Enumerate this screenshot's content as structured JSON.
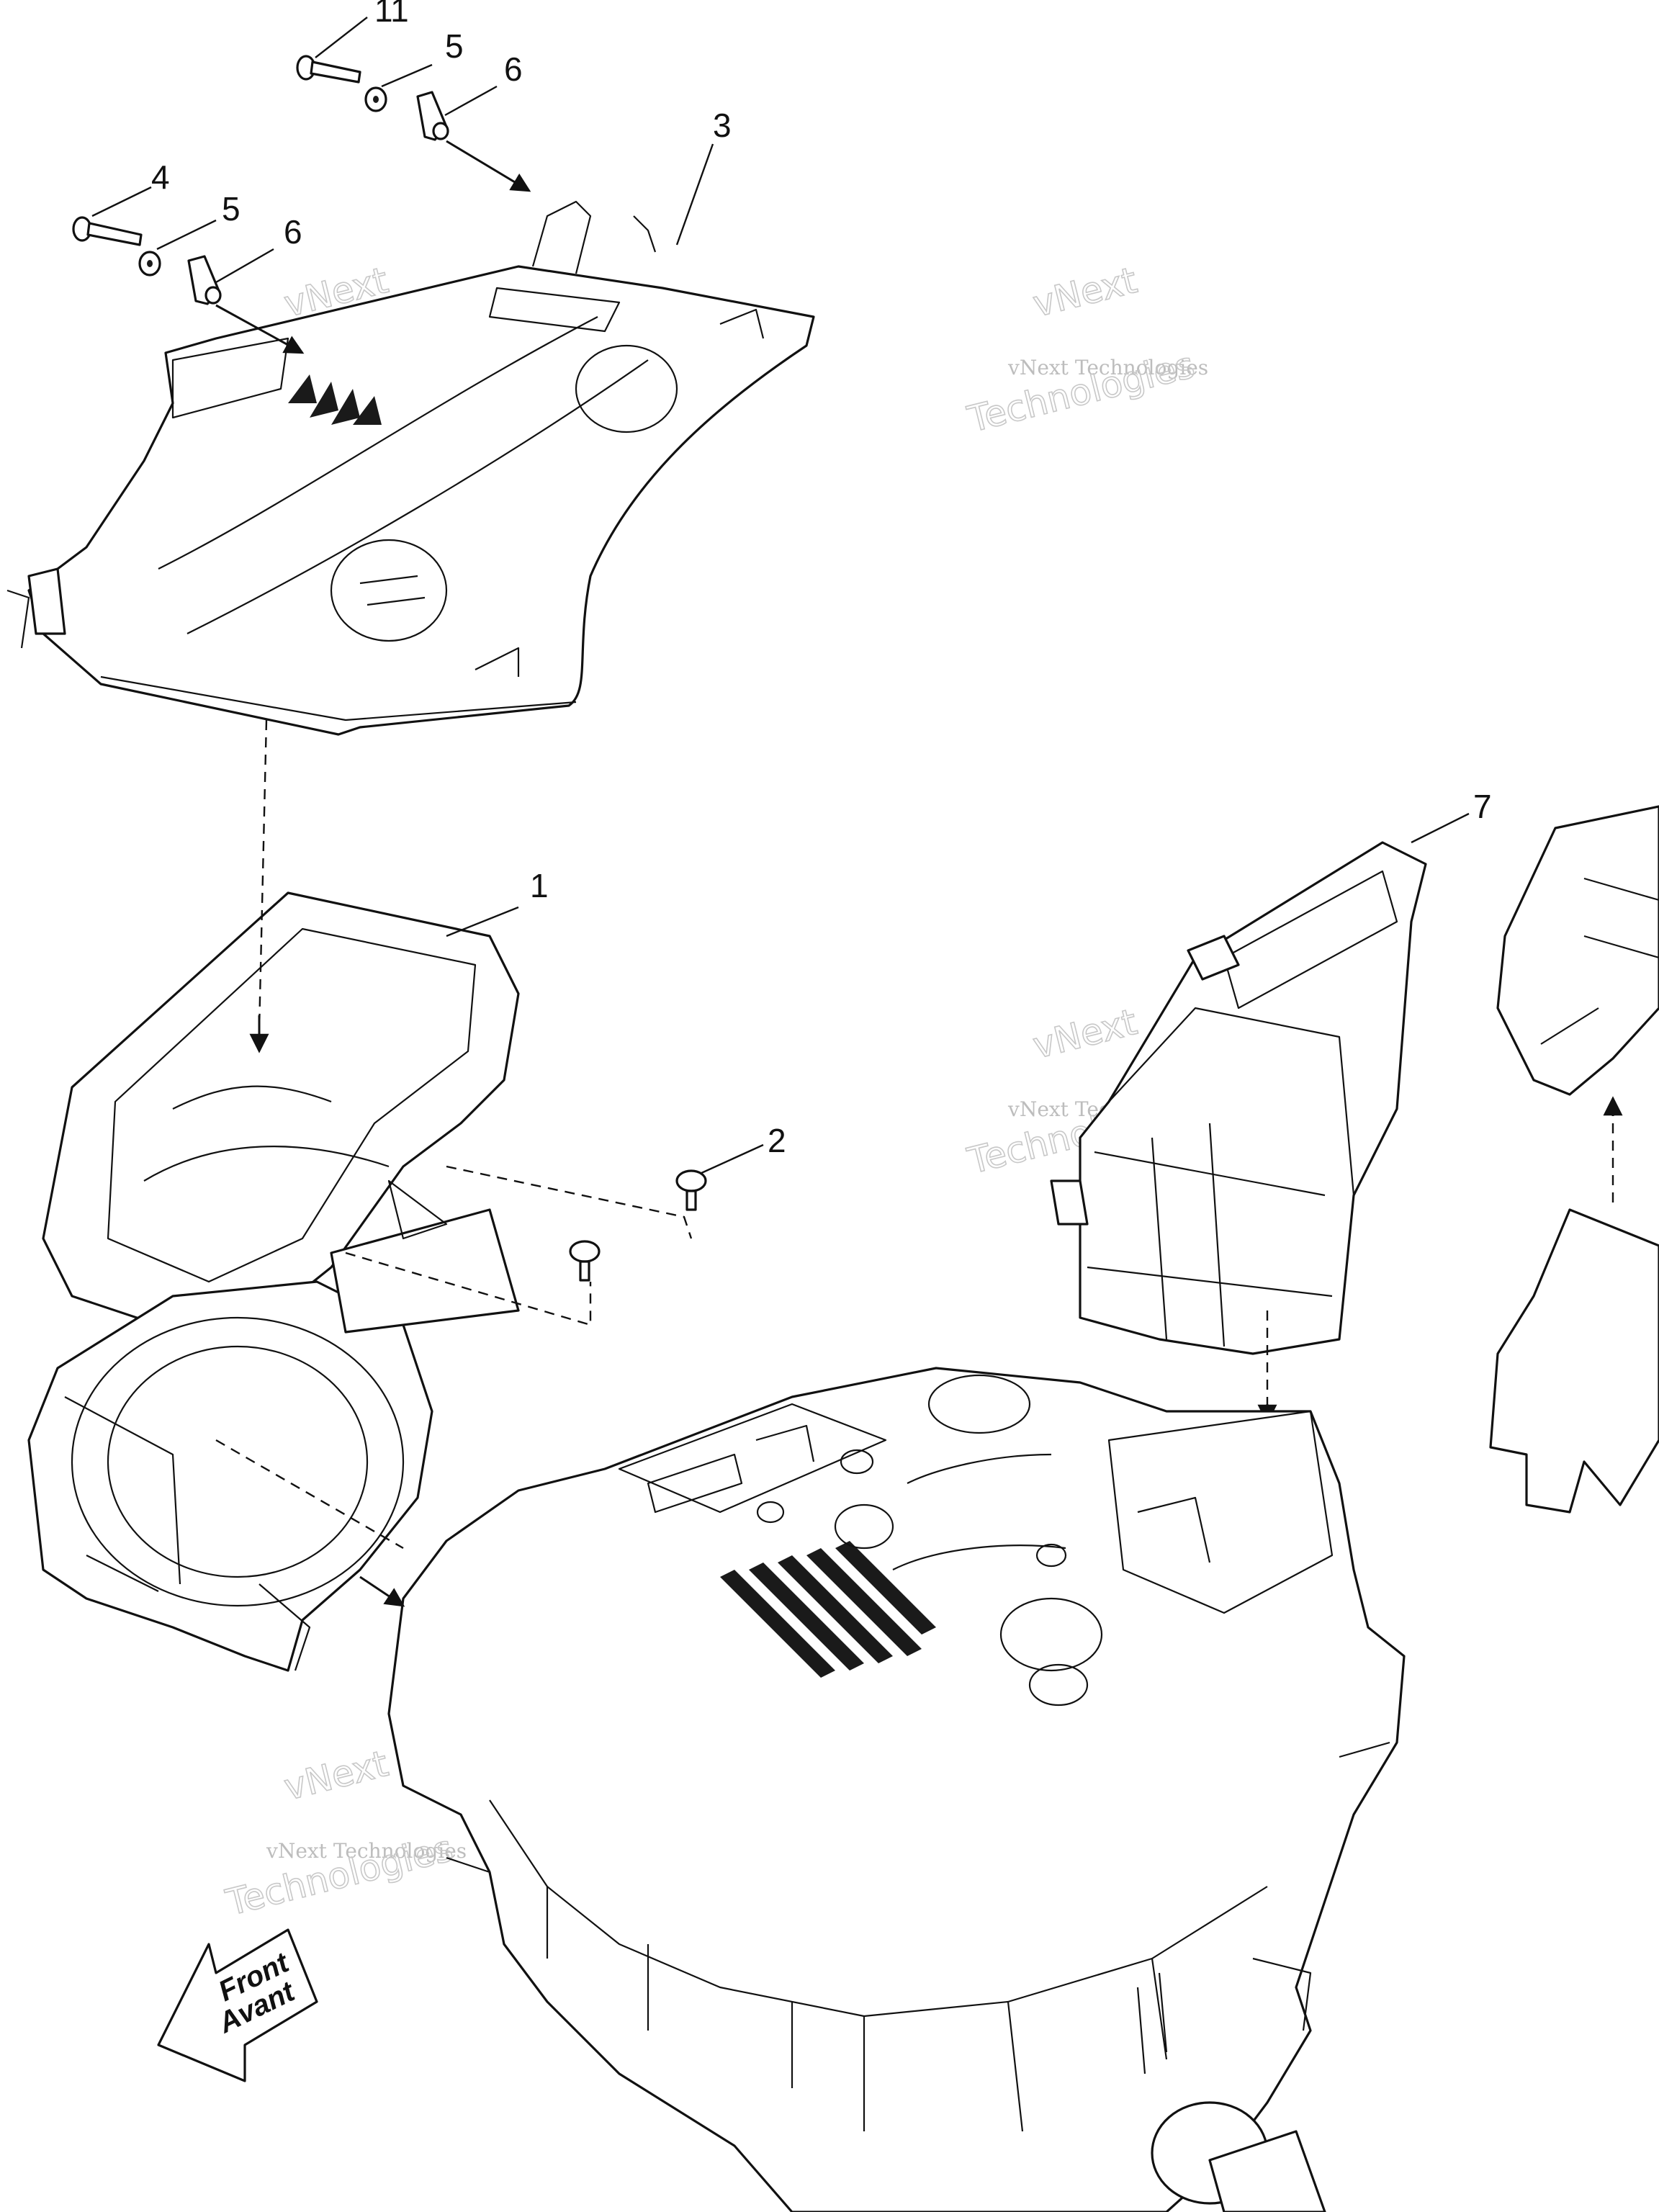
{
  "callouts": {
    "c11": "11",
    "c5a": "5",
    "c6a": "6",
    "c3": "3",
    "c4": "4",
    "c5b": "5",
    "c6b": "6",
    "c1": "1",
    "c2": "2",
    "c7": "7"
  },
  "watermark": {
    "brand": "vNext",
    "company": "vNext Technologies",
    "word": "Technologies"
  },
  "front_indicator": {
    "line1": "Front",
    "line2": "Avant"
  }
}
